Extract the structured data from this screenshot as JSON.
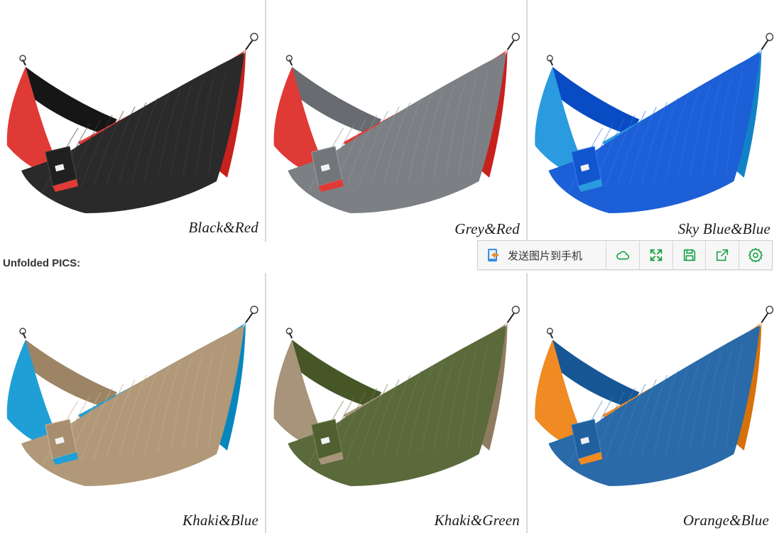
{
  "section_label": "Unfolded PICS:",
  "toolbar": {
    "send_label": "发送图片到手机",
    "buttons": [
      {
        "name": "cloud-icon"
      },
      {
        "name": "fullscreen-icon"
      },
      {
        "name": "save-icon"
      },
      {
        "name": "share-icon"
      },
      {
        "name": "settings-icon"
      }
    ],
    "accent_color": "#1aa34a"
  },
  "products": [
    {
      "caption": "Black&Red",
      "main": "#2a2a2a",
      "trim": "#e03a36"
    },
    {
      "caption": "Grey&Red",
      "main": "#7c7f83",
      "trim": "#e03a36"
    },
    {
      "caption": "Sky Blue&Blue",
      "main": "#1c5fd6",
      "trim": "#2b9be0"
    },
    {
      "caption": "Khaki&Blue",
      "main": "#b09878",
      "trim": "#1f9fd6"
    },
    {
      "caption": "Khaki&Green",
      "main": "#5a6a3a",
      "trim": "#a8947a"
    },
    {
      "caption": "Orange&Blue",
      "main": "#2a6aa8",
      "trim": "#f08a22"
    }
  ]
}
